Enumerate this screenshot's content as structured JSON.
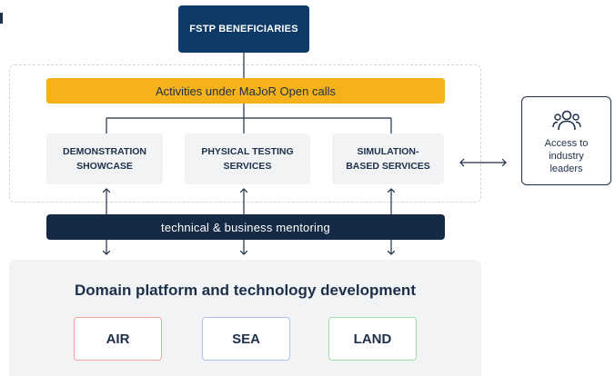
{
  "fstp_label": "FSTP BENEFICIARIES",
  "activities_label": "Activities under MaJoR Open calls",
  "services": [
    {
      "label": "DEMONSTRATION\nSHOWCASE"
    },
    {
      "label": "PHYSICAL TESTING\nSERVICES"
    },
    {
      "label": "SIMULATION-\nBASED SERVICES"
    }
  ],
  "access": {
    "icon": "people-group-icon",
    "label": "Access to\nindustry\nleaders"
  },
  "mentoring_label": "technical & business mentoring",
  "domain": {
    "title": "Domain platform and technology development",
    "items": [
      {
        "label": "AIR",
        "border_color": "#f2a49b"
      },
      {
        "label": "SEA",
        "border_color": "#a9c4ea"
      },
      {
        "label": "LAND",
        "border_color": "#9fdcaa"
      }
    ]
  },
  "colors": {
    "navy": "#0d3a66",
    "mentoring": "#152a44",
    "accent_yellow": "#f6b21a",
    "text_dark": "#1d2f49",
    "panel_grey": "#f2f3f5"
  }
}
